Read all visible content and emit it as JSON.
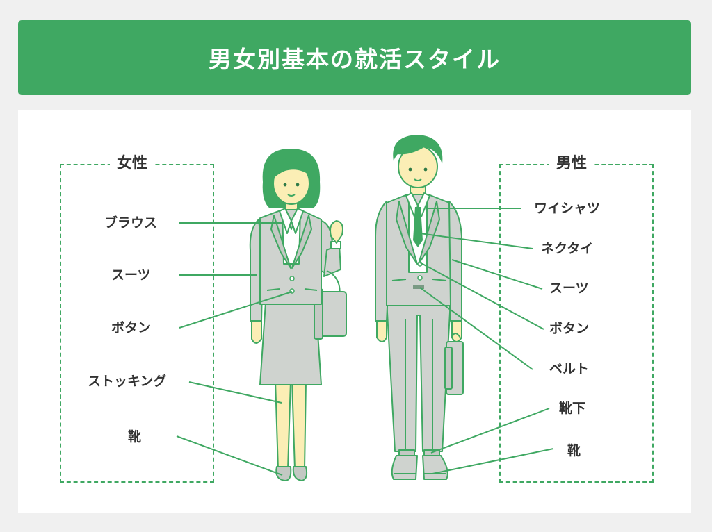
{
  "header": {
    "title": "男女別基本の就活スタイル"
  },
  "female": {
    "title": "女性",
    "labels": [
      "ブラウス",
      "スーツ",
      "ボタン",
      "ストッキング",
      "靴"
    ]
  },
  "male": {
    "title": "男性",
    "labels": [
      "ワイシャツ",
      "ネクタイ",
      "スーツ",
      "ボタン",
      "ベルト",
      "靴下",
      "靴"
    ]
  },
  "colors": {
    "accent": "#3fa862",
    "suit": "#cfd3cf",
    "skin": "#fbeeb5",
    "hair": "#3fa862",
    "outline": "#3fa862"
  }
}
